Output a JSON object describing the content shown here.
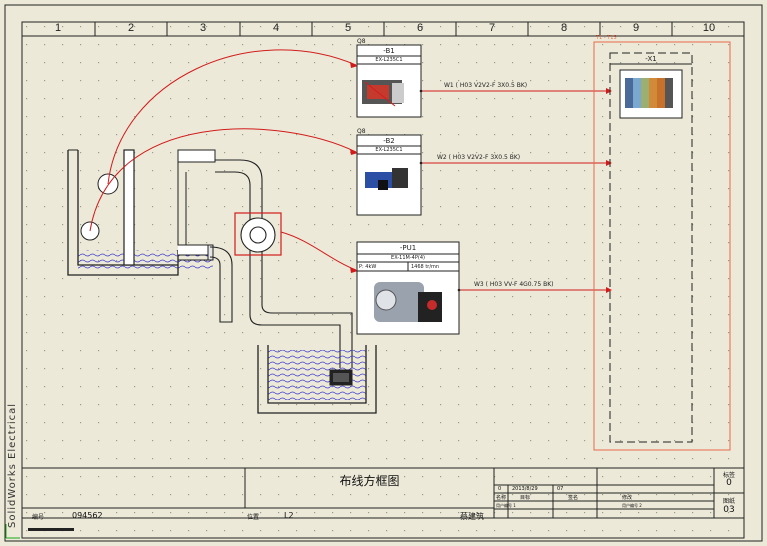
{
  "columns": [
    "1",
    "2",
    "3",
    "4",
    "5",
    "6",
    "7",
    "8",
    "9",
    "10"
  ],
  "side_text": "SolidWorks Electrical",
  "devices": [
    {
      "tag": "-B1",
      "sup": "Q8",
      "part": "EX-L235C1"
    },
    {
      "tag": "-B2",
      "sup": "Q8",
      "part": "EX-L235C1"
    },
    {
      "tag": "-PU1",
      "sup": "",
      "part": "EX-11M-4P(4)",
      "spec_left": "P: 4kW",
      "spec_right": "1468 tr/mn"
    }
  ],
  "terminal": {
    "tag": "-X1",
    "frame_label": "T1 - T15"
  },
  "wires": [
    {
      "label": "W1 ( H03 V2V2-F 3X0.5 BK)"
    },
    {
      "label": "W2 ( H03 V2V2-F 3X0.5 BK)"
    },
    {
      "label": "W3 ( H03 VV-F 4G0.75 BK)"
    }
  ],
  "title_block": {
    "drawing_title": "布线方框图",
    "number_label": "编号",
    "number_value": "094562",
    "location_label": "位置",
    "location_value": "L2",
    "designer": "蔡建筑",
    "rev": "0",
    "date": "2013/8/29",
    "rev_note": "07",
    "h_name": "名称",
    "h_target": "目标",
    "h_author": "签名",
    "h_modify": "修改",
    "sign1": "用户编号 1",
    "sign2": "用户编号 2",
    "sheet_label": "标签",
    "sheet_value": "0",
    "page_label": "图纸",
    "page_value": "03"
  }
}
